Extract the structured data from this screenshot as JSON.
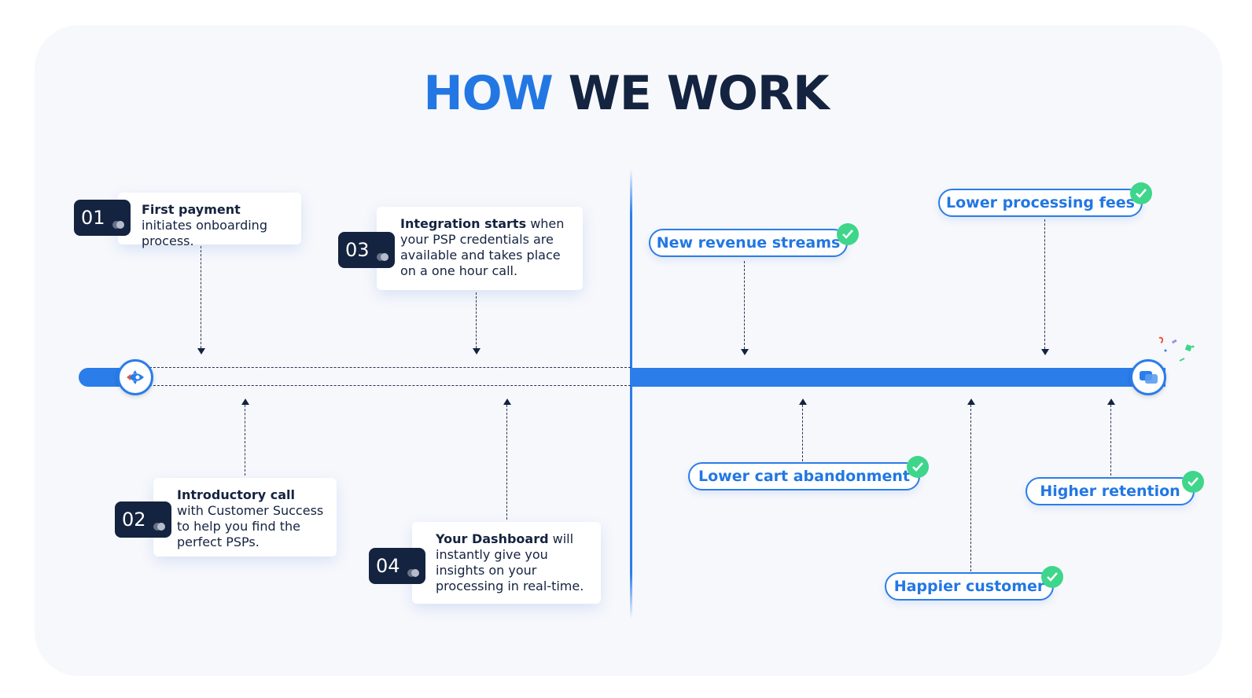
{
  "title": {
    "part1": "HOW",
    "part2": "WE WORK"
  },
  "steps": [
    {
      "number": "01",
      "bold": "First payment",
      "text": " initiates onboarding process."
    },
    {
      "number": "02",
      "bold": "Introductory call",
      "text": " with Customer Success to help you find the perfect PSPs."
    },
    {
      "number": "03",
      "bold": "Integration starts",
      "text": " when your PSP credentials are available and takes place on a one hour call."
    },
    {
      "number": "04",
      "bold": "Your Dashboard",
      "text": " will instantly give you insights on your processing in real-time."
    }
  ],
  "benefits": [
    {
      "label": "New revenue streams"
    },
    {
      "label": "Lower processing fees"
    },
    {
      "label": "Lower cart abandonment"
    },
    {
      "label": "Happier customer"
    },
    {
      "label": "Higher retention"
    }
  ],
  "colors": {
    "accent": "#2b7de9",
    "dark": "#14233f",
    "check": "#3ed68a"
  },
  "icons": {
    "start": "rocket-icon",
    "end": "chat-bubbles-icon",
    "benefit": "check-icon"
  }
}
